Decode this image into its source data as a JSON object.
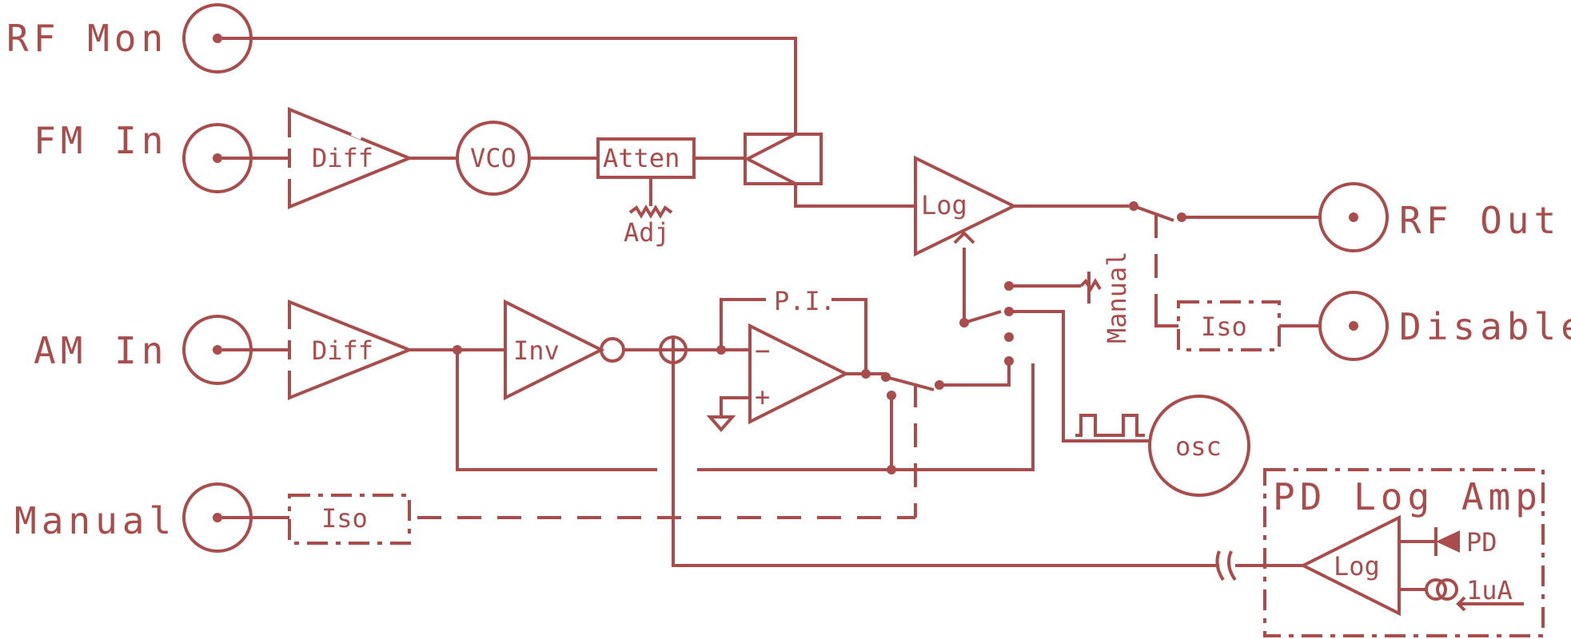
{
  "connectors": {
    "rf_mon": "RF Mon",
    "fm_in": "FM In",
    "am_in": "AM In",
    "manual": "Manual",
    "rf_out": "RF Out",
    "disable": "Disable"
  },
  "blocks": {
    "diff_fm": "Diff",
    "vco": "VCO",
    "atten": "Atten",
    "adj": "Adj",
    "log_main": "Log",
    "diff_am": "Diff",
    "inv": "Inv",
    "pi": "P.I.",
    "opamp_minus": "−",
    "opamp_plus": "+",
    "iso_manual": "Iso",
    "iso_disable": "Iso",
    "manual_pot": "Manual",
    "osc": "osc",
    "pd_box_title": "PD Log Amp",
    "pd_log": "Log",
    "pd": "PD",
    "current_source": "1uA"
  },
  "colors": {
    "ink": "#a84c4c",
    "background": "#ffffff"
  }
}
